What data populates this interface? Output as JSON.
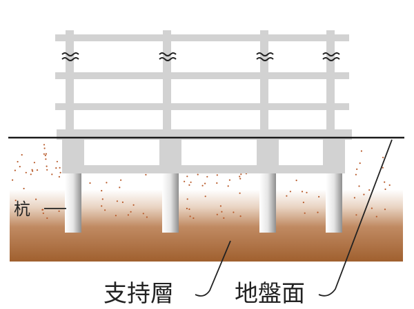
{
  "labels": {
    "pile": "杭",
    "bearing_layer": "支持層",
    "ground_surface": "地盤面"
  },
  "icons": {
    "break_mark": "wave-break-icon"
  },
  "colors": {
    "frame": "#d2d2d2",
    "ground_line": "#1a1a1a",
    "soil_dots": "#b85a2a",
    "bearing_layer_top": "#e8d2c0",
    "bearing_layer_bottom": "#9c5a30",
    "pile_light": "#ffffff",
    "pile_dark": "#9a9a9a",
    "leader_lines": "#222222"
  }
}
